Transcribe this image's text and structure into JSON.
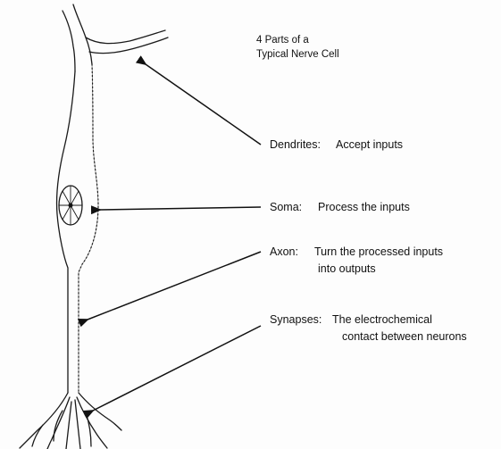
{
  "diagram": {
    "title": {
      "line1": "4 Parts of a",
      "line2": "Typical Nerve Cell"
    },
    "parts": [
      {
        "name": "Dendrites:",
        "desc_line1": "Accept inputs",
        "desc_line2": ""
      },
      {
        "name": "Soma:",
        "desc_line1": "Process the inputs",
        "desc_line2": ""
      },
      {
        "name": "Axon:",
        "desc_line1": "Turn the processed inputs",
        "desc_line2": "into outputs"
      },
      {
        "name": "Synapses:",
        "desc_line1": "The electrochemical",
        "desc_line2": "contact between neurons"
      }
    ],
    "colors": {
      "ink": "#111111",
      "background": "#fdfdfd"
    }
  }
}
